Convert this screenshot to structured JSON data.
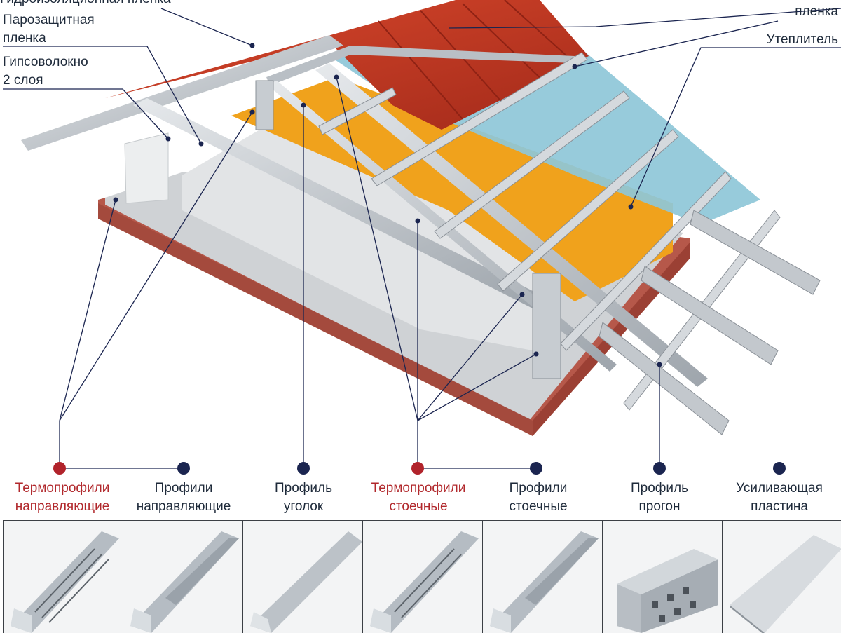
{
  "callouts": {
    "top_left_partial": "Гидроизоляционная пленка",
    "vapor_barrier_line1": "Парозащитная",
    "vapor_barrier_line2": "пленка",
    "gypsum_line1": "Гипсоволокно",
    "gypsum_line2": "2 слоя",
    "wind_film_line2": "пленка",
    "insulation": "Утеплитель"
  },
  "legend": [
    {
      "line1": "Термопрофили",
      "line2": "направляющие",
      "color": "red"
    },
    {
      "line1": "Профили",
      "line2": "направляющие",
      "color": "navy"
    },
    {
      "line1": "Профиль",
      "line2": "уголок",
      "color": "navy"
    },
    {
      "line1": "Термопрофили",
      "line2": "стоечные",
      "color": "red"
    },
    {
      "line1": "Профили",
      "line2": "стоечные",
      "color": "navy"
    },
    {
      "line1": "Профиль",
      "line2": "прогон",
      "color": "navy"
    },
    {
      "line1": "Усиливающая",
      "line2": "пластина",
      "color": "navy"
    }
  ],
  "colors": {
    "red_marker": "#b1232b",
    "navy_marker": "#1b2550",
    "red_text": "#b1282c",
    "roof_tile": "#c93a24",
    "insulation": "#f0a21c",
    "membrane": "#8ec7d8",
    "steel": "#c3c8cd",
    "brick": "#b6584a"
  }
}
